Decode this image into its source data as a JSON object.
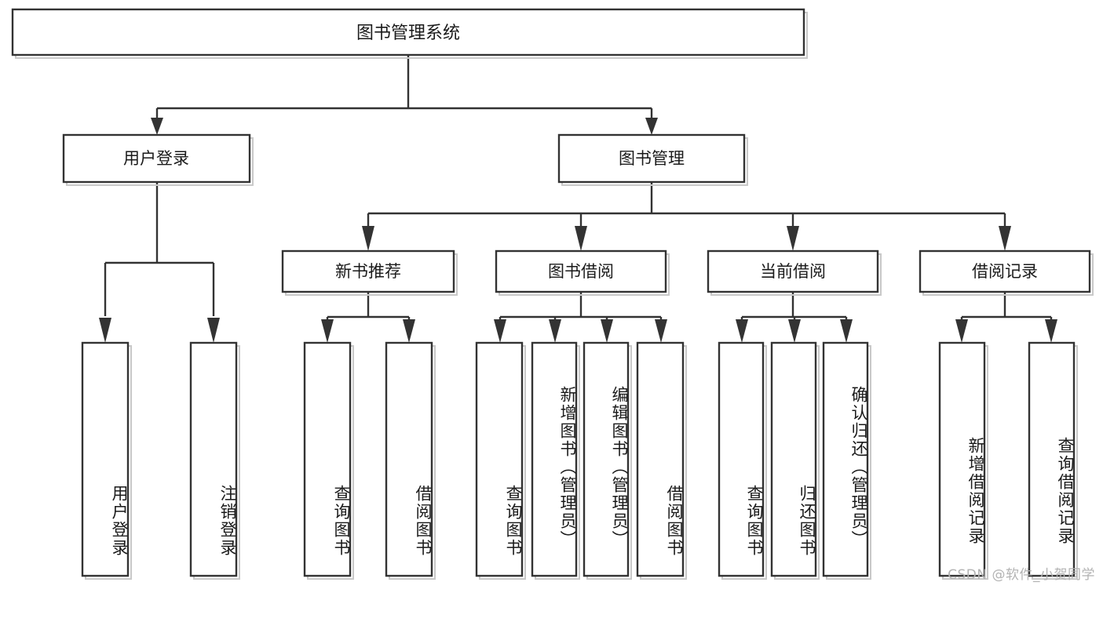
{
  "diagram": {
    "type": "tree-hierarchy",
    "title": "图书管理系统",
    "watermark": "CSDN @软件_小贺同学",
    "colors": {
      "stroke": "#333333",
      "fill": "#ffffff",
      "shadow": "#c9c9c9",
      "text": "#1a1a1a",
      "watermark": "#b3b3b3",
      "background": "#ffffff"
    },
    "root": {
      "label": "图书管理系统",
      "orientation": "horizontal"
    },
    "level2": [
      {
        "label": "用户登录",
        "orientation": "horizontal"
      },
      {
        "label": "图书管理",
        "orientation": "horizontal"
      }
    ],
    "level3": [
      {
        "label": "新书推荐",
        "orientation": "horizontal",
        "parent": "图书管理"
      },
      {
        "label": "图书借阅",
        "orientation": "horizontal",
        "parent": "图书管理"
      },
      {
        "label": "当前借阅",
        "orientation": "horizontal",
        "parent": "图书管理"
      },
      {
        "label": "借阅记录",
        "orientation": "horizontal",
        "parent": "图书管理"
      }
    ],
    "leaves": {
      "用户登录": [
        {
          "label": "用户登录",
          "orientation": "vertical"
        },
        {
          "label": "注销登录",
          "orientation": "vertical"
        }
      ],
      "新书推荐": [
        {
          "label": "查询图书",
          "orientation": "vertical"
        },
        {
          "label": "借阅图书",
          "orientation": "vertical"
        }
      ],
      "图书借阅": [
        {
          "label": "查询图书",
          "orientation": "vertical"
        },
        {
          "label": "新增图书（管理员）",
          "orientation": "vertical"
        },
        {
          "label": "编辑图书（管理员）",
          "orientation": "vertical"
        },
        {
          "label": "借阅图书",
          "orientation": "vertical"
        }
      ],
      "当前借阅": [
        {
          "label": "查询图书",
          "orientation": "vertical"
        },
        {
          "label": "归还图书",
          "orientation": "vertical"
        },
        {
          "label": "确认归还（管理员）",
          "orientation": "vertical"
        }
      ],
      "借阅记录": [
        {
          "label": "新增借阅记录",
          "orientation": "vertical"
        },
        {
          "label": "查询借阅记录",
          "orientation": "vertical"
        }
      ]
    }
  }
}
